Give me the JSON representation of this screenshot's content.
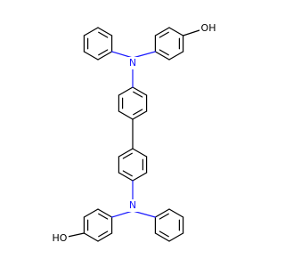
{
  "molecule": {
    "atom_labels": {
      "top_n": "N",
      "bottom_n": "N",
      "top_hydroxyl": "OH",
      "bottom_hydroxyl": "HO"
    },
    "colors": {
      "bond": "#000000",
      "nitrogen": "#1a1aff",
      "oxygen_label": "#000000",
      "background": "#ffffff"
    }
  }
}
